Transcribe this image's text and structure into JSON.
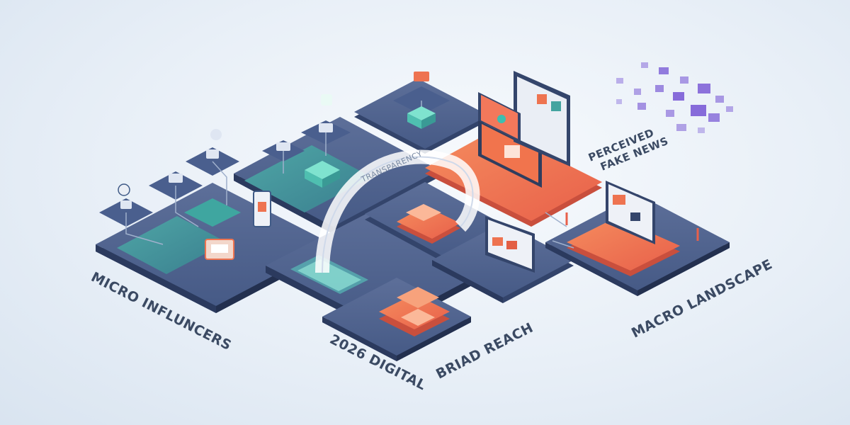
{
  "labels": {
    "micro_influencers": "MICRO INFLUNCERS",
    "digital_2026": "2026 DIGITAL",
    "briad_reach": "BRIAD REACH",
    "macro_landscape": "MACRO LANDSCAPE",
    "perceived": "PERCEIVED",
    "fake_news": "FAKE NEWS",
    "transparency": "TRANSPARENCY"
  },
  "colors": {
    "platform_navy": "#3f5a86",
    "platform_teal": "#3c8d95",
    "platform_orange": "#ee7350",
    "accent_mint": "#7fe3cf",
    "accent_purple": "#7b5cd6",
    "label_text": "#3b4a63"
  }
}
